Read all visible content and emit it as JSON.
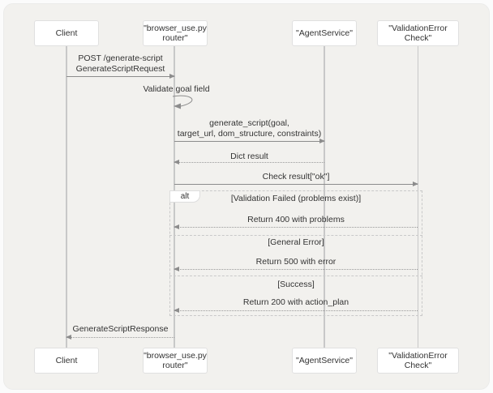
{
  "diagram_type": "sequence-diagram",
  "participants": [
    {
      "label": "Client"
    },
    {
      "label": "\"browser_use.py router\""
    },
    {
      "label": "\"AgentService\""
    },
    {
      "label": "\"ValidationError Check\""
    }
  ],
  "messages": {
    "post_request": "POST /generate-script\nGenerateScriptRequest",
    "validate_goal": "Validate goal field",
    "generate_script": "generate_script(goal,\ntarget_url, dom_structure, constraints)",
    "dict_result": "Dict result",
    "check_result": "Check result[\"ok\"]",
    "return_400": "Return 400 with problems",
    "return_500": "Return 500 with error",
    "return_200": "Return 200 with action_plan",
    "response": "GenerateScriptResponse"
  },
  "alt": {
    "label": "alt",
    "conditions": [
      "[Validation Failed (problems exist)]",
      "[General Error]",
      "[Success]"
    ]
  },
  "colors": {
    "panel_bg": "#f2f1ee",
    "box_bg": "#ffffff",
    "box_border": "#e0e0e0",
    "lifeline": "#c8c8c8",
    "arrow": "#8c8c8c",
    "text": "#333333"
  }
}
